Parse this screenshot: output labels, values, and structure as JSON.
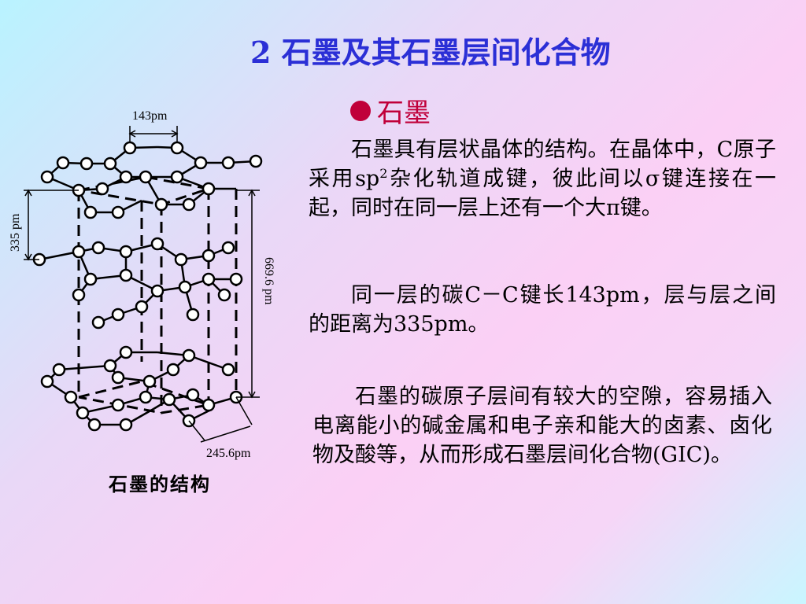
{
  "slide": {
    "title": "2 石墨及其石墨层间化合物",
    "subhead": "石墨",
    "para1_a": "石墨具有层状晶体的结构。在晶体中，C原子采用sp",
    "para1_sup": "2",
    "para1_b": "杂化轨道成键，彼此间以σ键连接在一起，同时在同一层上还有一个大π键。",
    "para2": "同一层的碳C－C键长143pm，层与层之间的距离为335pm。",
    "para3": "石墨的碳原子层间有较大的空隙，容易插入电离能小的碱金属和电子亲和能大的卤素、卤化物及酸等，从而形成石墨层间化合物(GIC)。"
  },
  "diagram": {
    "caption": "石墨的结构",
    "label_bond": "143pm",
    "label_layer_spacing": "335 pm",
    "label_repeat": "669.6 pm",
    "label_lattice": "245.6pm",
    "colors": {
      "atom_fill": "#ffffff",
      "line": "#000000"
    }
  }
}
